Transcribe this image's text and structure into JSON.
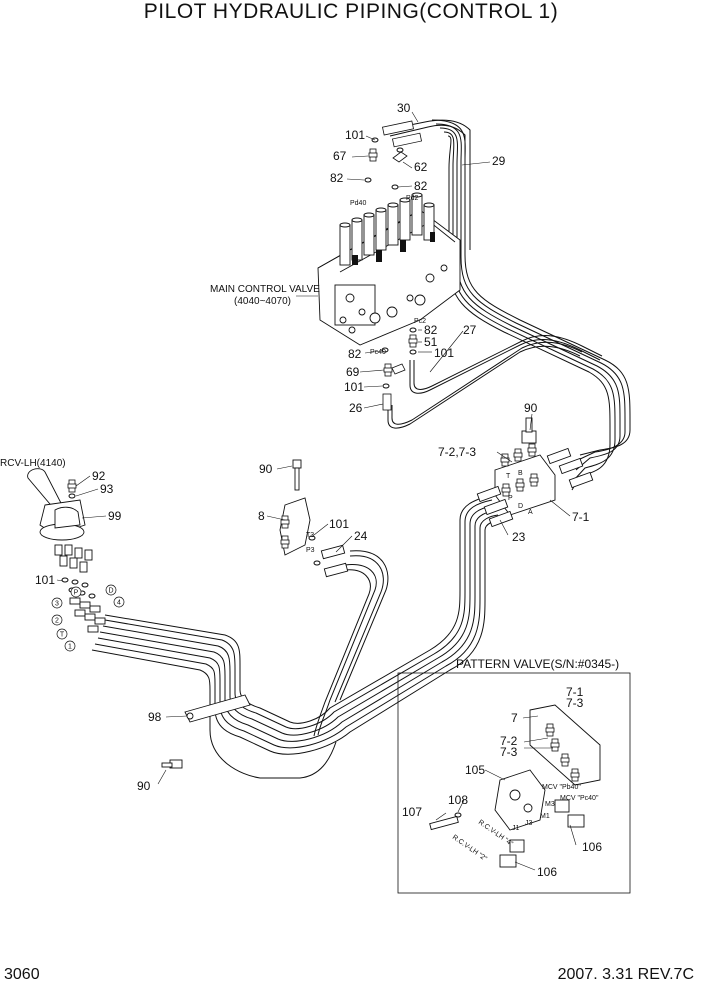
{
  "title": "PILOT HYDRAULIC PIPING(CONTROL 1)",
  "page_number": "3060",
  "revision": "2007. 3.31  REV.7C",
  "labels": {
    "main_control_valve": "MAIN CONTROL VALVE",
    "mcv_range": "(4040~4070)",
    "rcv_lh": "RCV-LH(4140)",
    "pattern_valve": "PATTERN VALVE(S/N:#0345-)",
    "pd40": "Pd40",
    "pd2": "Pd2",
    "pc2": "Pc2",
    "pc40": "Pc40",
    "t3": "T3",
    "p3": "P3",
    "mcv_pb40": "MCV \"Pb40\"",
    "mcv_pc40": "MCV \"Pc40\"",
    "rcv_lh_4": "R.C.V-LH \"4\"",
    "rcv_lh_2": "R.C.V-LH \"2\"",
    "m1": "M1",
    "m3": "M3",
    "j1": "J1",
    "j3": "J3",
    "port_a": "A",
    "port_b": "B",
    "port_d": "D",
    "port_p": "P",
    "port_t": "T"
  },
  "callouts": {
    "c30": "30",
    "c29": "29",
    "c101a": "101",
    "c67": "67",
    "c62": "62",
    "c82a": "82",
    "c82b": "82",
    "c82c": "82",
    "c82d": "82",
    "c27": "27",
    "c51": "51",
    "c101b": "101",
    "c69": "69",
    "c101c": "101",
    "c26": "26",
    "c90a": "90",
    "c7_2_7_3": "7-2,7-3",
    "c7_1": "7-1",
    "c23": "23",
    "c90b": "90",
    "c8": "8",
    "c101d": "101",
    "c24": "24",
    "c92": "92",
    "c93": "93",
    "c99": "99",
    "c101e": "101",
    "c98": "98",
    "c90c": "90",
    "c7_1b": "7-1",
    "c7_3b": "7-3",
    "c7": "7",
    "c7_2b": "7-2",
    "c7_3c": "7-3",
    "c105": "105",
    "c108": "108",
    "c107": "107",
    "c106a": "106",
    "c106b": "106"
  },
  "rcv_ports": [
    "3",
    "P",
    "2",
    "T",
    "1",
    "D",
    "4"
  ]
}
